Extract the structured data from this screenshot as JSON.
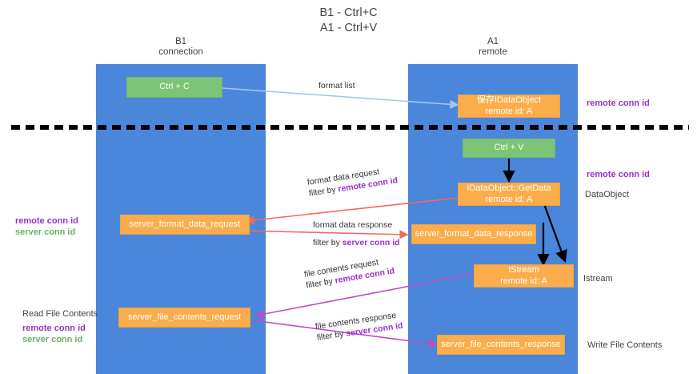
{
  "title": {
    "line1": "B1 - Ctrl+C",
    "line2": "A1 - Ctrl+V"
  },
  "columns": [
    {
      "name": "B1",
      "sub": "connection"
    },
    {
      "name": "A1",
      "sub": "remote"
    }
  ],
  "boxes": {
    "ctrl_c": "Ctrl + C",
    "ctrl_v": "Ctrl + V",
    "idataobject_title": "保存IDataObject",
    "idataobject_sub": "remote id: A",
    "getdata_title": "IDataObject::GetData",
    "getdata_sub": "remote id: A",
    "istream_title": "IStream",
    "istream_sub": "remote id: A",
    "server_format_data_request": "server_format_data_request",
    "server_format_data_response": "server_format_data_response",
    "server_file_contents_request": "server_file_contents_request",
    "server_file_contents_response": "server_file_contents_response"
  },
  "edge_labels": {
    "format_list": "format list",
    "format_data_request": "format data request",
    "format_data_request_filter_prefix": "filter by ",
    "format_data_request_filter_key": "remote conn id",
    "format_data_response": "format data response",
    "format_data_response_filter_prefix": "filter by ",
    "format_data_response_filter_key": "server conn id",
    "file_contents_request": "file contents request",
    "file_contents_request_filter_prefix": "filter by ",
    "file_contents_request_filter_key": "remote conn id",
    "file_contents_response": "file contents response",
    "file_contents_response_filter_prefix": "filter by ",
    "file_contents_response_filter_key": "server conn id"
  },
  "right_labels": {
    "remote_conn_id_top": "remote conn id",
    "remote_conn_id_mid": "remote conn id",
    "dataobject": "DataObject",
    "istream": "Istream",
    "write_file_contents": "Write File Contents"
  },
  "left_labels": {
    "remote_conn_id_1": "remote conn id",
    "server_conn_id_1": "server conn id",
    "read_file_contents": "Read File Contents",
    "remote_conn_id_2": "remote conn id",
    "server_conn_id_2": "server conn id"
  },
  "colors": {
    "lane": "#4a86da",
    "green_box": "#7cc576",
    "orange_box": "#fbad4b",
    "purple_text": "#9b30c8",
    "green_text": "#66b266",
    "arrow_blue": "#9fc8ee",
    "arrow_red": "#f4695a",
    "arrow_magenta": "#c14bc1",
    "arrow_black": "#000000",
    "background": "#ffffff"
  }
}
